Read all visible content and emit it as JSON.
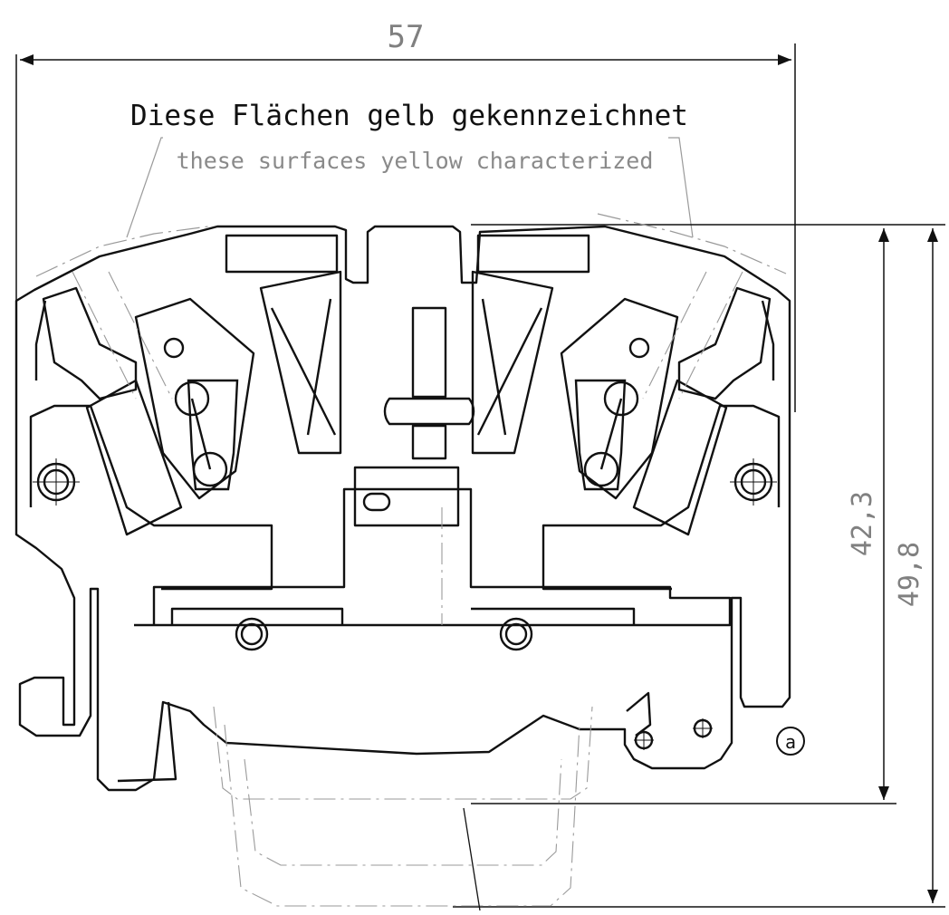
{
  "dimensions": {
    "width": "57",
    "height_inner": "42,3",
    "height_outer": "49,8"
  },
  "labels": {
    "title_de": "Diese Flächen gelb gekennzeichnet",
    "title_en": "these surfaces yellow characterized",
    "marker": "a"
  },
  "colors": {
    "outline": "#111111",
    "dimension": "#808080",
    "hidden_line": "#9a9a9a"
  }
}
